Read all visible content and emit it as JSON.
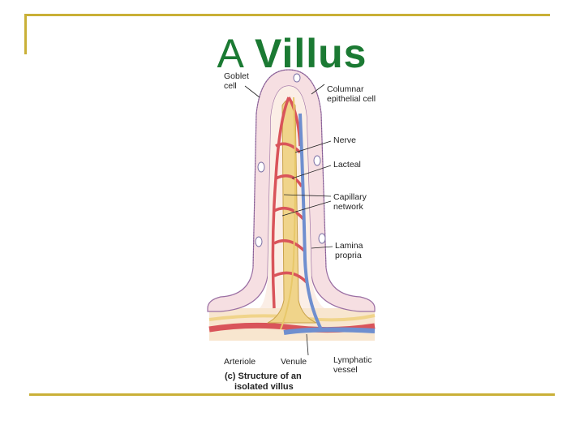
{
  "title": {
    "word1": "A",
    "word2": "Villus"
  },
  "labels": {
    "goblet_1": "Goblet",
    "goblet_2": "cell",
    "columnar_1": "Columnar",
    "columnar_2": "epithelial cell",
    "nerve": "Nerve",
    "lacteal": "Lacteal",
    "capillary_1": "Capillary",
    "capillary_2": "network",
    "lamina_1": "Lamina",
    "lamina_2": "propria",
    "arteriole": "Arteriole",
    "venule": "Venule",
    "lymphatic_1": "Lymphatic",
    "lymphatic_2": "vessel"
  },
  "caption": {
    "line1": "(c) Structure of an",
    "line2": "isolated villus"
  },
  "colors": {
    "frame": "#c9b037",
    "title": "#1b7a33",
    "artery": "#d9545a",
    "vein": "#6f8fcf",
    "lacteal": "#f0d48a",
    "epithelium": "#f6dfe2"
  }
}
